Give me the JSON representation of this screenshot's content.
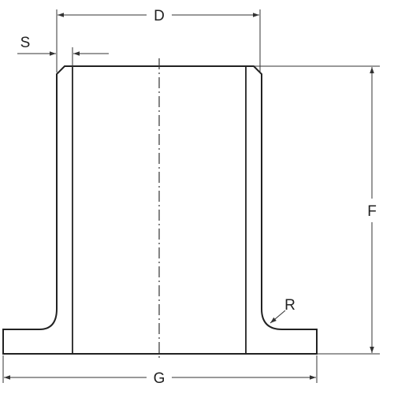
{
  "diagram": {
    "labels": {
      "D": "D",
      "S": "S",
      "F": "F",
      "R": "R",
      "G": "G"
    },
    "colors": {
      "outline": "#222222",
      "dimension_line": "#333333",
      "background": "#ffffff"
    }
  }
}
